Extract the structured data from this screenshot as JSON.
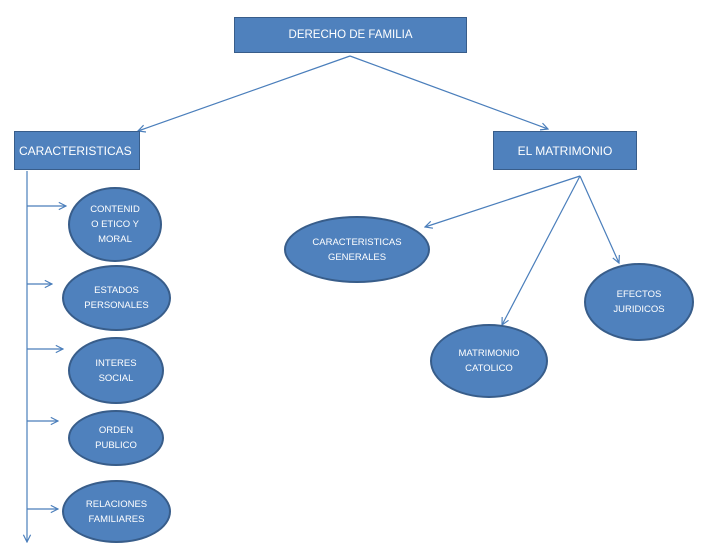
{
  "root": {
    "label": "DERECHO DE FAMILIA"
  },
  "left": {
    "label": "CARACTERISTICAS",
    "items": [
      {
        "label": "CONTENID\nO ETICO Y\nMORAL"
      },
      {
        "label": "ESTADOS\nPERSONALES"
      },
      {
        "label": "INTERES\nSOCIAL"
      },
      {
        "label": "ORDEN\nPUBLICO"
      },
      {
        "label": "RELACIONES\nFAMILIARES"
      }
    ]
  },
  "right": {
    "label": "EL MATRIMONIO",
    "items": [
      {
        "label": "CARACTERISTICAS\nGENERALES"
      },
      {
        "label": "MATRIMONIO\nCATOLICO"
      },
      {
        "label": "EFECTOS\nJURIDICOS"
      }
    ]
  },
  "colors": {
    "fill": "#4f81bd",
    "border": "#385d8a",
    "connector": "#4a7ebb"
  }
}
